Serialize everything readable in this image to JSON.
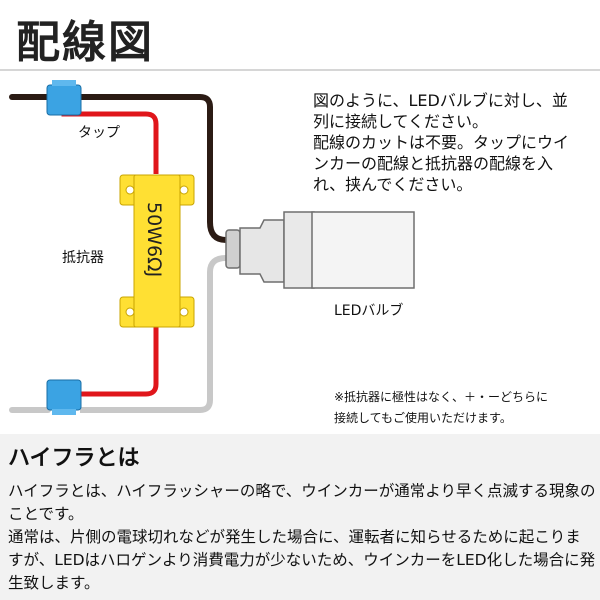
{
  "header": {
    "title": "配線図"
  },
  "diagram": {
    "instruction": "図のように、LEDバルブに対し、並列に接続してください。\n配線のカットは不要。タップにウインカーの配線と抵抗器の配線を入れ、挟んでください。",
    "tap_label": "タップ",
    "resistor_label": "抵抗器",
    "resistor_marking": "50W6ΩJ",
    "bulb_label": "LEDバルブ",
    "note": "※抵抗器に極性はなく、＋・ーどちらに\n接続してもご使用いただけます。",
    "colors": {
      "tap": "#3ba3e3",
      "resistor": "#ffe033",
      "wire_red": "#e0161b",
      "wire_black": "#2b1b14",
      "wire_gray": "#c8c8c8"
    }
  },
  "hyperflash": {
    "title": "ハイフラとは",
    "paragraph1": "ハイフラとは、ハイフラッシャーの略で、ウインカーが通常より早く点滅する現象のことです。",
    "paragraph2": "通常は、片側の電球切れなどが発生した場合に、運転者に知らせるために起こりますが、LEDはハロゲンより消費電力が少ないため、ウインカーをLED化した場合に発生致します。"
  }
}
